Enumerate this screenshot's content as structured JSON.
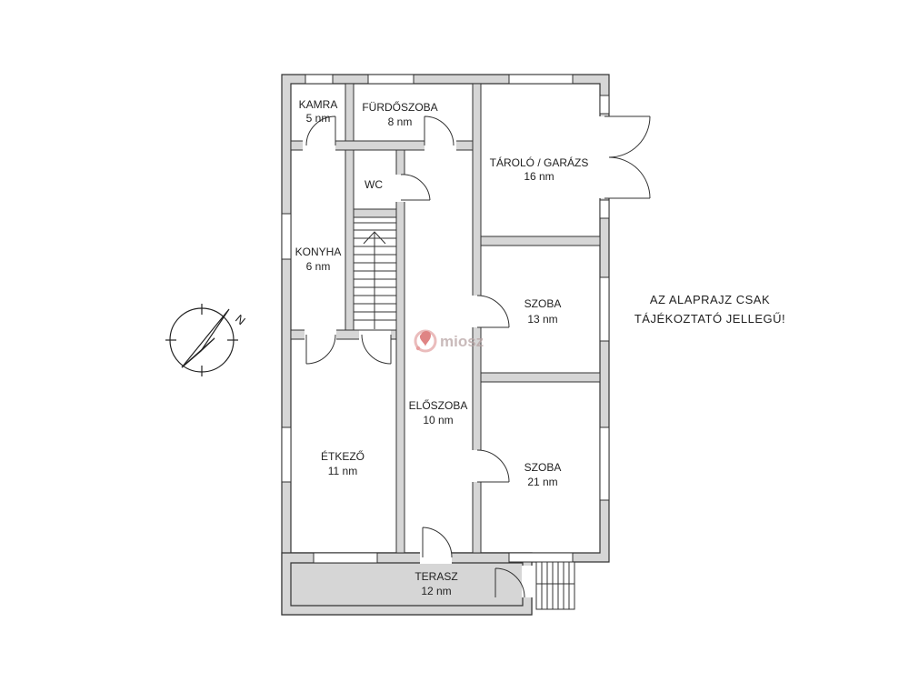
{
  "rooms": [
    {
      "id": "kamra",
      "name": "KAMRA",
      "area": "5 nm"
    },
    {
      "id": "furdoszoba",
      "name": "FÜRDŐSZOBA",
      "area": "8 nm"
    },
    {
      "id": "wc",
      "name": "WC",
      "area": ""
    },
    {
      "id": "konyha",
      "name": "KONYHA",
      "area": "6 nm"
    },
    {
      "id": "taroló",
      "name": "TÁROLÓ / GARÁZS",
      "area": "16 nm"
    },
    {
      "id": "szoba1",
      "name": "SZOBA",
      "area": "13 nm"
    },
    {
      "id": "eloszoba",
      "name": "ELŐSZOBA",
      "area": "10 nm"
    },
    {
      "id": "etkezo",
      "name": "ÉTKEZŐ",
      "area": "11 nm"
    },
    {
      "id": "szoba2",
      "name": "SZOBA",
      "area": "21 nm"
    },
    {
      "id": "terasz",
      "name": "TERASZ",
      "area": "12 nm"
    }
  ],
  "note": {
    "line1": "AZ ALAPRAJZ CSAK",
    "line2": "TÁJÉKOZTATÓ JELLEGŰ!"
  },
  "compass": {
    "label": "N"
  },
  "logo": {
    "text": "miosz"
  },
  "colors": {
    "wall": "#cfcfcf",
    "line": "#222222",
    "background": "#ffffff"
  }
}
